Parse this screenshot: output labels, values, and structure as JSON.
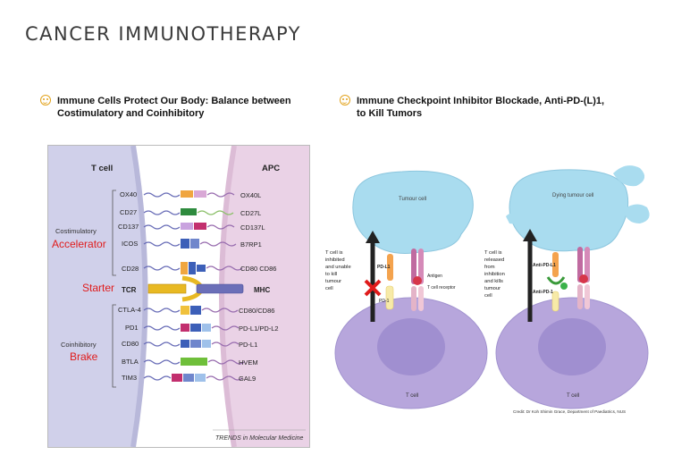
{
  "page": {
    "title": "CANCER IMMUNOTHERAPY"
  },
  "left": {
    "caption_line1": "Immune Cells Protect Our Body: Balance between",
    "caption_line2": "Costimulatory and Coinhibitory",
    "tcell": "T cell",
    "apc": "APC",
    "costim_label": "Costimulatory",
    "accelerator": "Accelerator",
    "starter": "Starter",
    "coinhib_label": "Coinhibitory",
    "brake": "Brake",
    "tcr": "TCR",
    "mhc": "MHC",
    "costim_rows": [
      {
        "left": "OX40",
        "right": "OX40L"
      },
      {
        "left": "CD27",
        "right": "CD27L"
      },
      {
        "left": "CD137",
        "right": "CD137L"
      },
      {
        "left": "ICOS",
        "right": "B7RP1"
      },
      {
        "left": "CD28",
        "right": "CD80 CD86"
      }
    ],
    "coinhib_rows": [
      {
        "left": "CTLA-4",
        "right": "CD80/CD86"
      },
      {
        "left": "PD1",
        "right": "PD-L1/PD-L2"
      },
      {
        "left": "CD80",
        "right": "PD-L1"
      },
      {
        "left": "BTLA",
        "right": "HVEM"
      },
      {
        "left": "TIM3",
        "right": "GAL9"
      }
    ],
    "credit": "TRENDS in Molecular Medicine",
    "colors": {
      "accent_red": "#e01b1b",
      "tcell_fill": "#c9c9e6",
      "apc_fill": "#e6cde2"
    }
  },
  "right": {
    "caption_line1": "Immune Checkpoint Inhibitor Blockade, Anti-PD-(L)1,",
    "caption_line2": "to Kill Tumors",
    "tumour_cell": "Tumour cell",
    "dying_tumour_cell": "Dying tumour cell",
    "t_cell": "T cell",
    "inhibited_text": [
      "T cell is",
      "inhibited",
      "and unable",
      "to kill",
      "tumour",
      "cell"
    ],
    "released_text": [
      "T cell is",
      "released",
      "from",
      "inhibition",
      "and kills",
      "tumour",
      "cell"
    ],
    "pdl1": "PD-L1",
    "pd1": "PD-1",
    "antigen": "Antigen",
    "t_cell_receptor": "T cell receptor",
    "anti_pdl1": "Anti-PD-L1",
    "anti_pd1": "Anti-PD-1",
    "credit": "Credit: Dr Koh Shimin Grace, Department of Paediatrics, NUS",
    "colors": {
      "tumour": "#a9dcef",
      "tcell": "#b7a6dc",
      "nucleus": "#a08fd0"
    }
  }
}
